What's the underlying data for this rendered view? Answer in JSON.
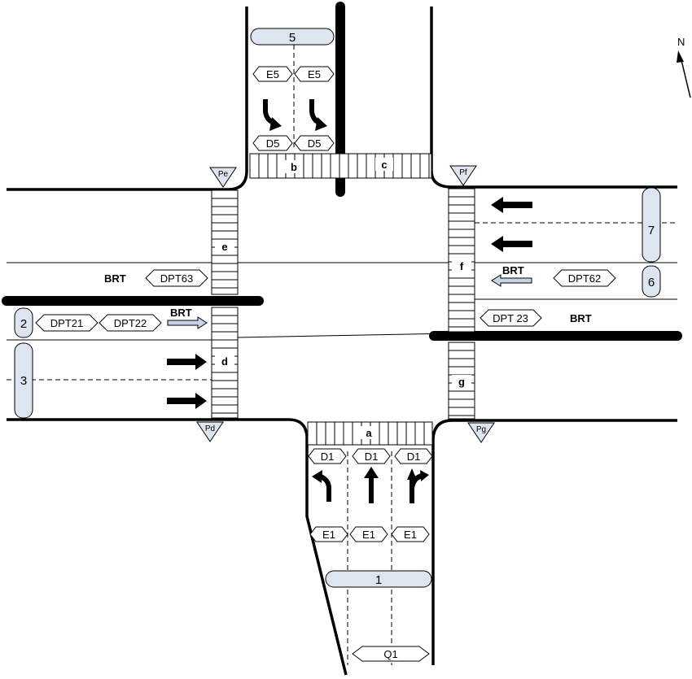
{
  "north_label": "N",
  "brt": {
    "left": "BRT",
    "mid_left": "BRT",
    "right": "BRT",
    "right_lower": "BRT"
  },
  "pills": {
    "p1": "1",
    "p2": "2",
    "p3": "3",
    "p5": "5",
    "p6": "6",
    "p7": "7"
  },
  "crosswalks": {
    "a": "a",
    "b": "b",
    "c": "c",
    "d": "d",
    "e": "e",
    "f": "f",
    "g": "g"
  },
  "pedestrian_signals": {
    "pd": "Pd",
    "pe": "Pe",
    "pf": "Pf",
    "pg": "Pg"
  },
  "detectors": {
    "e5_left": "E5",
    "e5_right": "E5",
    "d5_left": "D5",
    "d5_right": "D5",
    "dpt63": "DPT63",
    "dpt62": "DPT62",
    "dpt21": "DPT21",
    "dpt22": "DPT22",
    "dpt23": "DPT 23",
    "d1_left": "D1",
    "d1_mid": "D1",
    "d1_right": "D1",
    "e1_left": "E1",
    "e1_mid": "E1",
    "e1_right": "E1",
    "q1": "Q1"
  }
}
